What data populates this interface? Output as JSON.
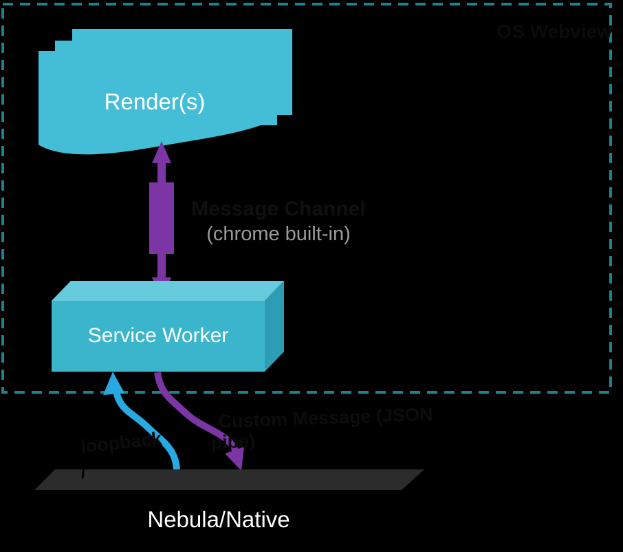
{
  "diagram": {
    "title_context": "Web/native architecture diagram",
    "webview_box": {
      "label": "OS Webview"
    },
    "renderers": {
      "label": "Render(s)"
    },
    "channel": {
      "line1": "Message Channel",
      "line2": "(chrome built-in)"
    },
    "service_worker": {
      "label": "Service Worker"
    },
    "ipc": {
      "up_arrow_label": "loopback",
      "down_arrow_label_line1": "Custom Message (JSON",
      "down_arrow_label_line2": "pipe)"
    },
    "native": {
      "label": "Nebula/Native"
    },
    "colors": {
      "background": "#000000",
      "border_teal": "#20808f",
      "render_cyan": "#44bed6",
      "sw_front": "#3ab5cc",
      "sw_top": "#68cbdd",
      "sw_side": "#2d9db5",
      "purple": "#7b35a4",
      "cyan_arrow": "#29a9e1",
      "platform_gray": "#2c2c2c",
      "muted_text": "#9b9b9b",
      "hidden_text": "#0c0c0c"
    }
  }
}
